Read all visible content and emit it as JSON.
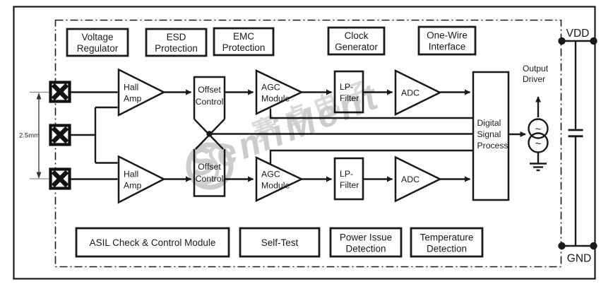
{
  "top_modules": [
    {
      "line1": "Voltage",
      "line2": "Regulator"
    },
    {
      "line1": "ESD",
      "line2": "Protection"
    },
    {
      "line1": "EMC",
      "line2": "Protection"
    },
    {
      "line1": "Clock",
      "line2": "Generator"
    },
    {
      "line1": "One-Wire",
      "line2": "Interface"
    }
  ],
  "bottom_modules": [
    {
      "line1": "ASIL Check & Control Module",
      "line2": ""
    },
    {
      "line1": "Self-Test",
      "line2": ""
    },
    {
      "line1": "Power Issue",
      "line2": "Detection"
    },
    {
      "line1": "Temperature",
      "line2": "Detection"
    }
  ],
  "signal_chain": {
    "hall_amp": {
      "line1": "Hall",
      "line2": "Amp"
    },
    "offset": {
      "line1": "Offset",
      "line2": "Control"
    },
    "agc": {
      "line1": "AGC",
      "line2": "Module"
    },
    "lp_filter": {
      "line1": "LP-",
      "line2": "Filter"
    },
    "adc": {
      "label": "ADC"
    },
    "dsp": {
      "line1": "Digital",
      "line2": "Signal",
      "line3": "Process"
    }
  },
  "output_driver": {
    "line1": "Output",
    "line2": "Driver",
    "source_symbol": "~"
  },
  "power": {
    "vdd": "VDD",
    "gnd": "GND"
  },
  "dimension_label": "2.5mm",
  "watermark": {
    "chinese": "赛卓电子",
    "latin": "SemiMent"
  },
  "colors": {
    "line": "#1a1a1a",
    "watermark": "#c3c3c3",
    "dimension": "#4a4a4a"
  }
}
